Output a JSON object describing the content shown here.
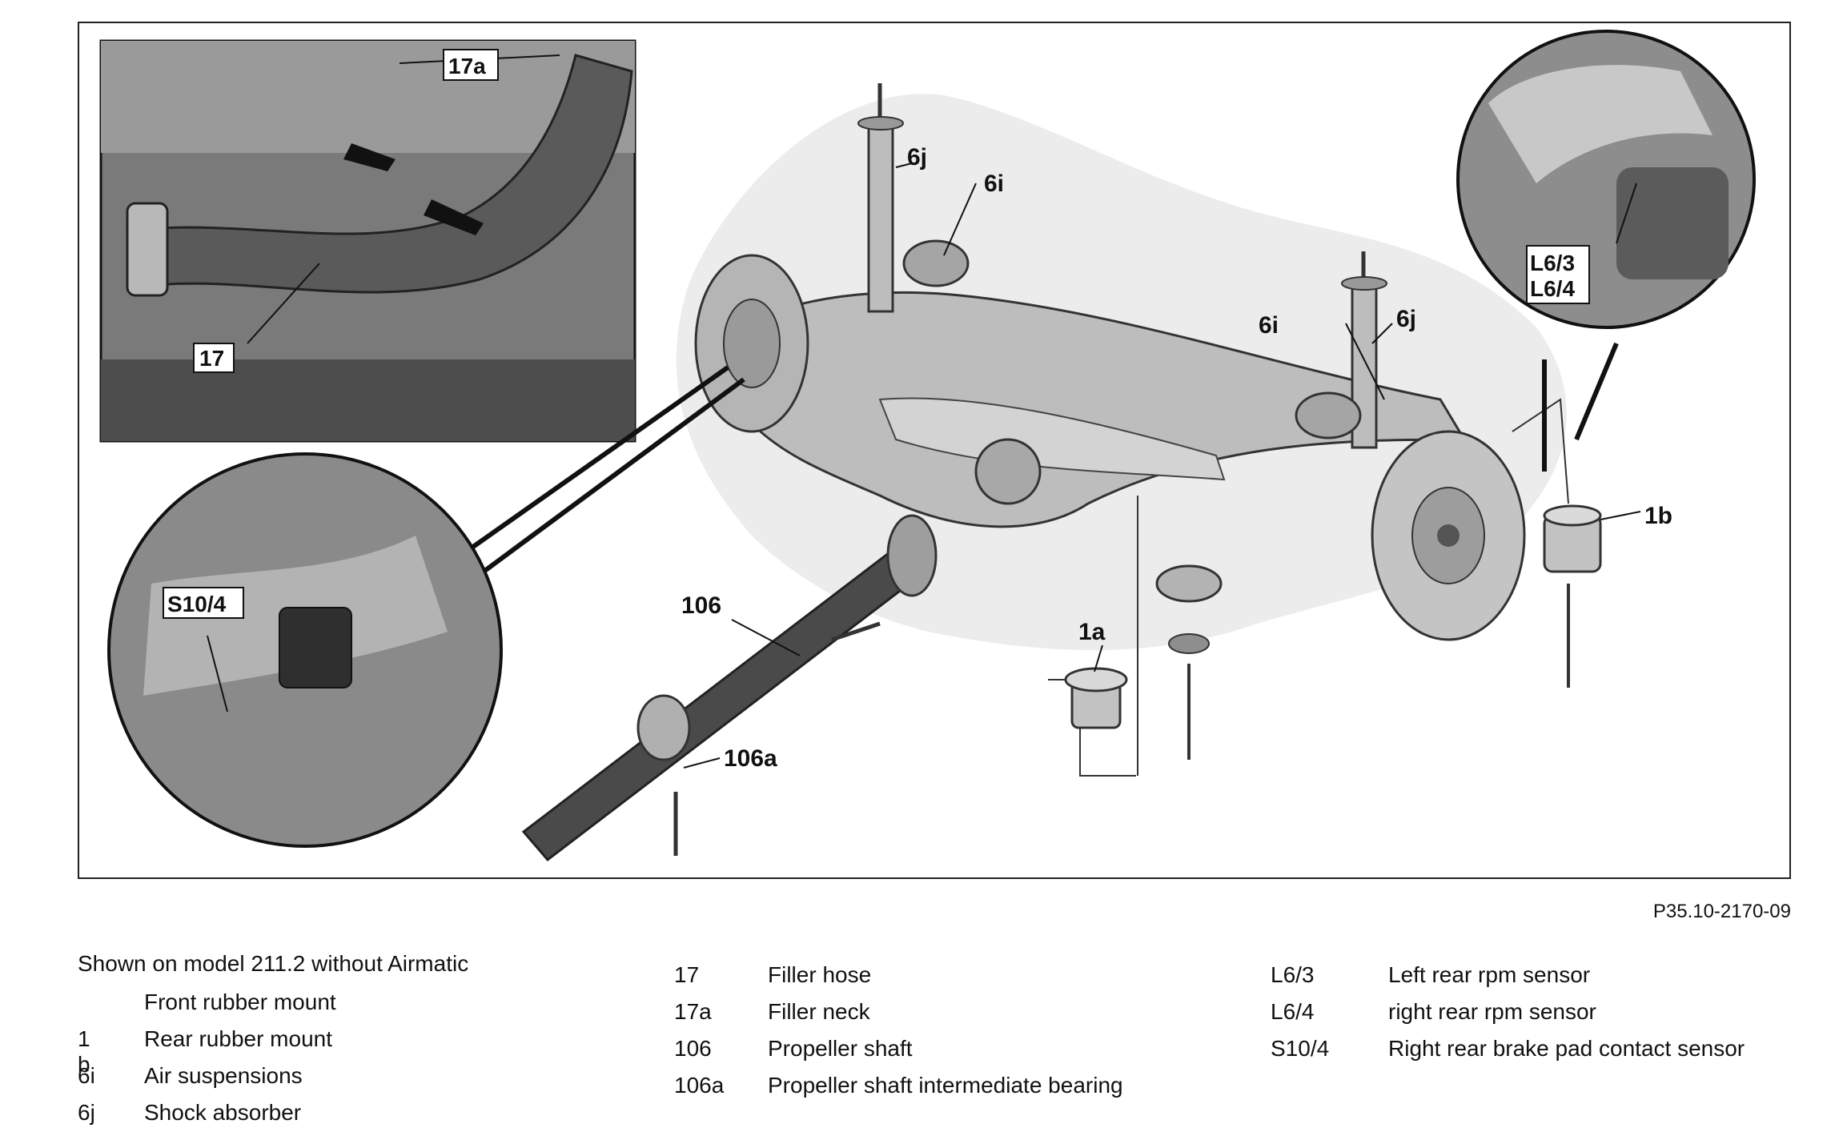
{
  "figure": {
    "reference_code": "P35.10-2170-09",
    "callouts": {
      "c17a": "17a",
      "c17": "17",
      "cS104": "S10/4",
      "c6j_left": "6j",
      "c6i_left": "6i",
      "c6i_right": "6i",
      "c6j_right": "6j",
      "cL63": "L6/3",
      "cL64": "L6/4",
      "c1b": "1b",
      "c1a": "1a",
      "c106": "106",
      "c106a": "106a"
    }
  },
  "caption": {
    "title": "Shown on model 211.2 without Airmatic"
  },
  "legend": {
    "col1": [
      {
        "code": "",
        "desc": "Front rubber mount"
      },
      {
        "code": "1 b",
        "desc": "Rear rubber mount"
      },
      {
        "code": "6i",
        "desc": "Air suspensions"
      },
      {
        "code": "6j",
        "desc": "Shock absorber"
      }
    ],
    "col2": [
      {
        "code": "17",
        "desc": "Filler hose"
      },
      {
        "code": "17a",
        "desc": "Filler neck"
      },
      {
        "code": "106",
        "desc": "Propeller shaft"
      },
      {
        "code": "106a",
        "desc": "Propeller shaft intermediate bearing"
      }
    ],
    "col3": [
      {
        "code": "L6/3",
        "desc": "Left rear rpm sensor"
      },
      {
        "code": "L6/4",
        "desc": "right rear rpm sensor"
      },
      {
        "code": "S10/4",
        "desc": "Right rear brake pad contact sensor"
      }
    ]
  }
}
